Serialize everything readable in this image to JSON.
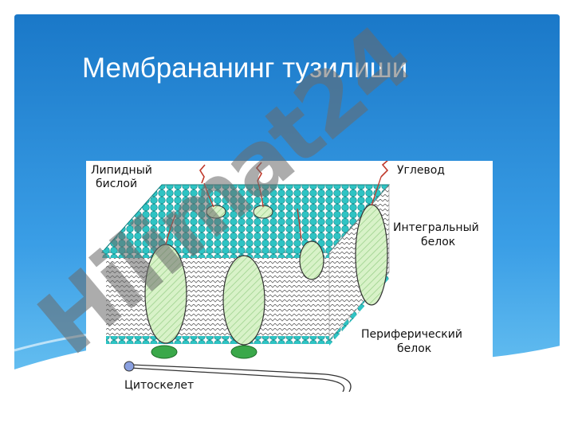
{
  "slide": {
    "title": "Мембрананинг тузилиши",
    "background_top": "#1a78c8",
    "background_bottom": "#5bb8f0"
  },
  "diagram": {
    "labels": {
      "lipid_bilayer_line1": "Липидный",
      "lipid_bilayer_line2": "бислой",
      "carbohydrate": "Углевод",
      "integral_protein_line1": "Интегральный",
      "integral_protein_line2": "белок",
      "peripheral_protein_line1": "Периферический",
      "peripheral_protein_line2": "белок",
      "cytoskeleton": "Цитоскелет"
    },
    "colors": {
      "lipid_head": "#2ec4c4",
      "protein": "#d8f2c8",
      "peripheral_protein": "#3aa84a",
      "carbohydrate_chain": "#c0392b"
    }
  },
  "watermark": {
    "text": "Hilimat24"
  }
}
